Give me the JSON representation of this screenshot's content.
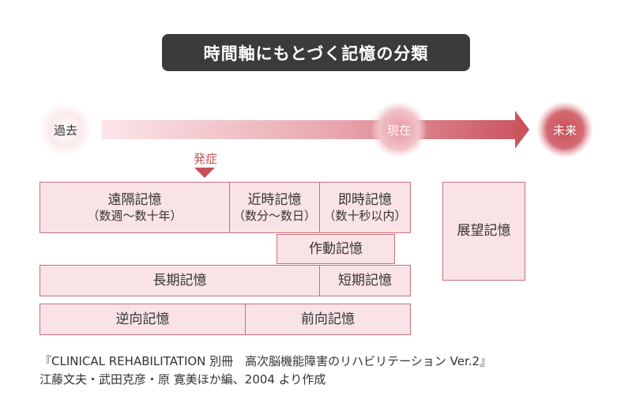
{
  "title": "時間軸にもとづく記憶の分類",
  "timeline": {
    "past": "過去",
    "present": "現在",
    "future": "未来",
    "onset": "発症"
  },
  "boxes": {
    "remote": {
      "label": "遠隔記憶",
      "sub": "（数週〜数十年）"
    },
    "recent": {
      "label": "近時記憶",
      "sub": "（数分〜数日）"
    },
    "immediate": {
      "label": "即時記憶",
      "sub": "（数十秒以内）"
    },
    "working": {
      "label": "作動記憶"
    },
    "long_term": {
      "label": "長期記憶"
    },
    "short_term": {
      "label": "短期記憶"
    },
    "retrograde": {
      "label": "逆向記憶"
    },
    "anterograde": {
      "label": "前向記憶"
    },
    "prospective": {
      "label": "展望記憶"
    }
  },
  "caption": {
    "line1": "『CLINICAL REHABILITATION 別冊　高次脳機能障害のリハビリテーション Ver.2』",
    "line2": "江藤文夫・武田克彦・原 寛美ほか編、2004 より作成"
  },
  "colors": {
    "accent": "#c8505a",
    "box_fill": "#f9e3e6",
    "box_border": "#c9707a",
    "title_bg": "#3b3b3b"
  }
}
